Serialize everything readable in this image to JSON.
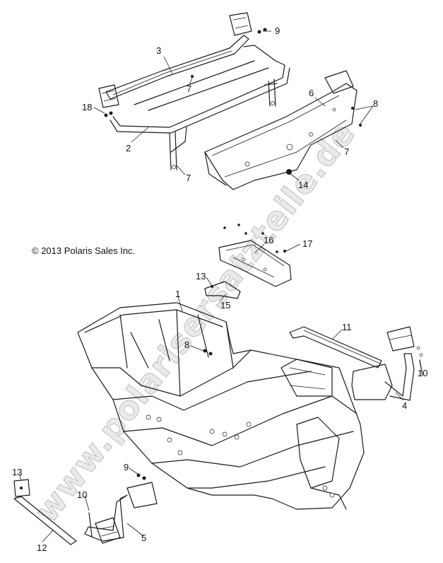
{
  "copyright": "© 2013 Polaris Sales Inc.",
  "watermark": "www.polarisersatzteile.de",
  "callouts": {
    "c1": "1",
    "c2": "2",
    "c3": "3",
    "c4": "4",
    "c5": "5",
    "c6": "6",
    "c7a": "7",
    "c7b": "7",
    "c7c": "7",
    "c8a": "8",
    "c8b": "8",
    "c9a": "9",
    "c9b": "9",
    "c10a": "10",
    "c10b": "10",
    "c11": "11",
    "c12": "12",
    "c13a": "13",
    "c13b": "13",
    "c14": "14",
    "c15": "15",
    "c16": "16",
    "c17": "17",
    "c18": "18"
  }
}
